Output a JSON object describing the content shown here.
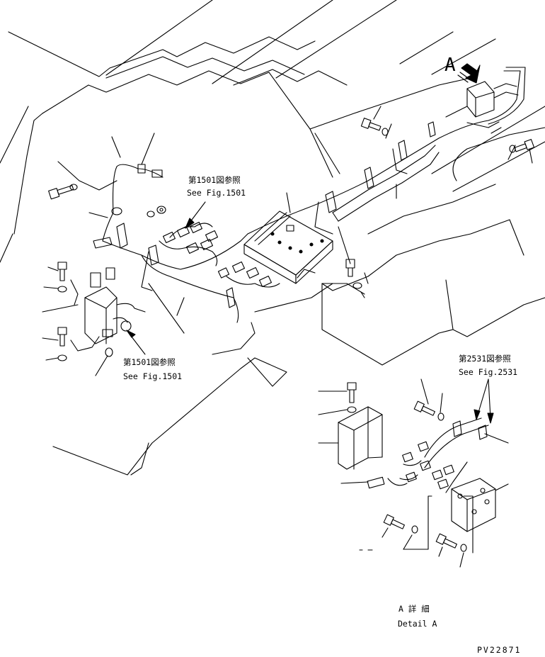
{
  "view_marker": "A",
  "references": {
    "top": {
      "jp": "第1501図参照",
      "en": "See Fig.1501"
    },
    "left": {
      "jp": "第1501図参照",
      "en": "See Fig.1501"
    },
    "right": {
      "jp": "第2531図参照",
      "en": "See Fig.2531"
    }
  },
  "detail": {
    "jp": "A 詳 細",
    "en": "Detail A"
  },
  "drawing_number": "PV22871",
  "colors": {
    "ink": "#000000",
    "paper": "#ffffff"
  }
}
